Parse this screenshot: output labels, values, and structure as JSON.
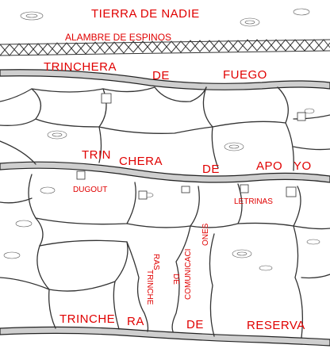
{
  "labels": {
    "no_mans_land": "TIERRA DE NADIE",
    "barbed_wire": "ALAMBRE DE ESPINOS",
    "fire_1": "TRINCHERA",
    "fire_2": "DE",
    "fire_3": "FUEGO",
    "support_1": "TRIN",
    "support_2": "CHERA",
    "support_3": "DE",
    "support_4": "APO",
    "support_5": "YO",
    "dugout": "DUGOUT",
    "latrines": "LETRINAS",
    "comm_a_1": "TRINCHE",
    "comm_a_2": "RAS",
    "comm_b_1": "DE",
    "comm_c_1": "COMUNICACI",
    "comm_c_2": "ONES",
    "reserve_1": "TRINCHE",
    "reserve_2": "RA",
    "reserve_3": "DE",
    "reserve_4": "RESERVA"
  },
  "colors": {
    "label": "#e00000",
    "line": "#333333",
    "trench_fill": "#cfcfcf"
  }
}
